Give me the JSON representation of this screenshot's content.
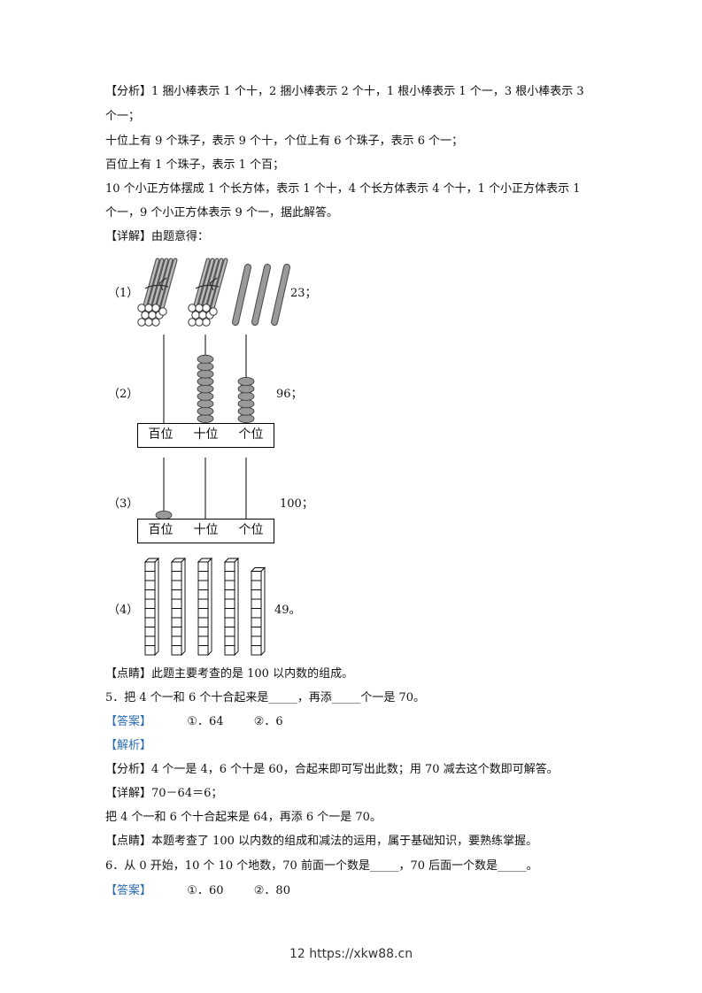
{
  "text": {
    "l1": "【分析】1 捆小棒表示 1 个十，2 捆小棒表示 2 个十，1 根小棒表示 1 个一，3 根小棒表示 3",
    "l2": "个一；",
    "l3": "十位上有 9 个珠子，表示 9 个十，个位上有 6 个珠子，表示 6 个一；",
    "l4": "百位上有 1 个珠子，表示 1 个百；",
    "l5": "10 个小正方体摆成 1 个长方体，表示 1 个十，4 个长方体表示 4 个十，1 个小正方体表示 1",
    "l6": "个一，9 个小正方体表示 9 个一，据此解答。",
    "l7": "【详解】由题意得：",
    "l8": "【点睛】此题主要考查的是 100 以内数的组成。",
    "q5": "5．把 4 个一和 6 个十合起来是_____，再添_____个一是 70。",
    "a5_label": "【答案】",
    "a5_1": "①．64",
    "a5_2": "②．6",
    "jx5": "【解析】",
    "fx5": "【分析】4 个一是 4，6 个十是 60，合起来即可写出此数；用 70 减去这个数即可解答。",
    "xj5": "【详解】70－64＝6；",
    "xj5b": "把 4 个一和 6 个十合起来是 64，再添 6 个一是 70。",
    "dj5": "【点睛】本题考查了 100 以内数的组成和减法的运用，属于基础知识，要熟练掌握。",
    "q6": "6．从 0 开始，10 个 10 个地数，70 前面一个数是_____，70 后面一个数是_____。",
    "a6_label": "【答案】",
    "a6_1": "①．60",
    "a6_2": "②．80"
  },
  "figures": {
    "f1": {
      "label": "（1）",
      "answer": "23；",
      "bundles": 2,
      "sticks": 3
    },
    "f2": {
      "label": "（2）",
      "answer": "96；",
      "hundreds": 0,
      "tens": 9,
      "ones": 6,
      "places": [
        "百位",
        "十位",
        "个位"
      ]
    },
    "f3": {
      "label": "（3）",
      "answer": "100；",
      "hundreds": 1,
      "tens": 0,
      "ones": 0,
      "places": [
        "百位",
        "十位",
        "个位"
      ]
    },
    "f4": {
      "label": "（4）",
      "answer": "49。",
      "rods": 4,
      "cubes": 9
    }
  },
  "footer": "12 https://xkw88.cn",
  "colors": {
    "answer_blue": "#2b6cb0",
    "bead_gray": "#999999"
  }
}
